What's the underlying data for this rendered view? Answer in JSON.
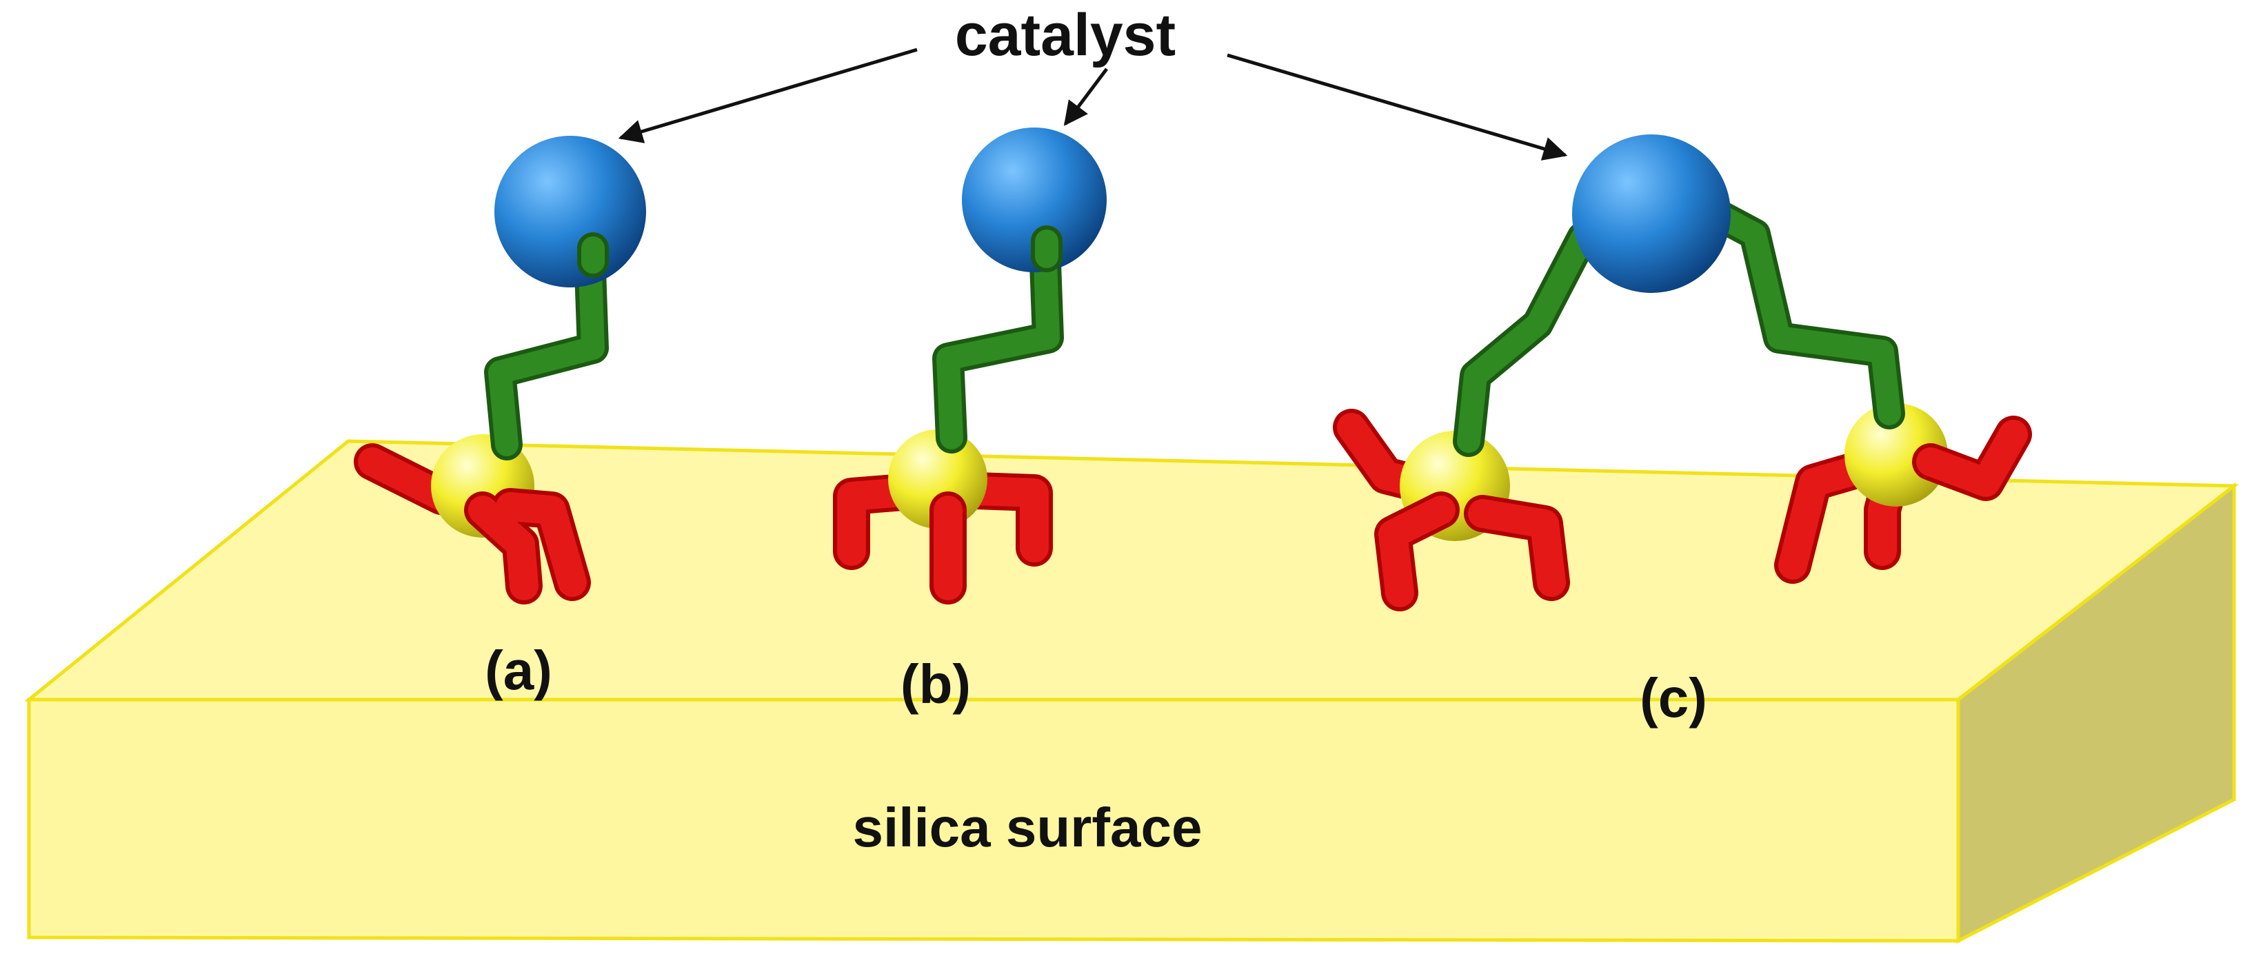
{
  "labels": {
    "catalyst": "catalyst",
    "a": "(a)",
    "b": "(b)",
    "c": "(c)",
    "surface": "silica surface"
  },
  "colors": {
    "surface_top": "#fff8a8",
    "surface_front": "#fff7a0",
    "surface_side": "#ccc46a",
    "surface_edge": "#f0e21a",
    "catalyst": "#1f7fd0",
    "linker": "#2d7d1f",
    "silicon": "#f2ec2c",
    "oxygen": "#e01414",
    "arrow": "#111111"
  }
}
